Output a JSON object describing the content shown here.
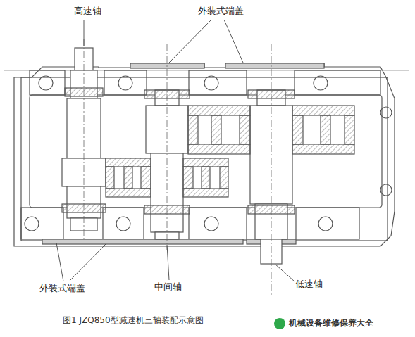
{
  "diagram": {
    "caption": "图1 JZQ850型减速机三轴装配示意图",
    "labels": [
      "高速轴",
      "外装式端盖",
      "外装式端盖",
      "中间轴",
      "低速轴",
      "机械设备维修保养大全"
    ]
  }
}
